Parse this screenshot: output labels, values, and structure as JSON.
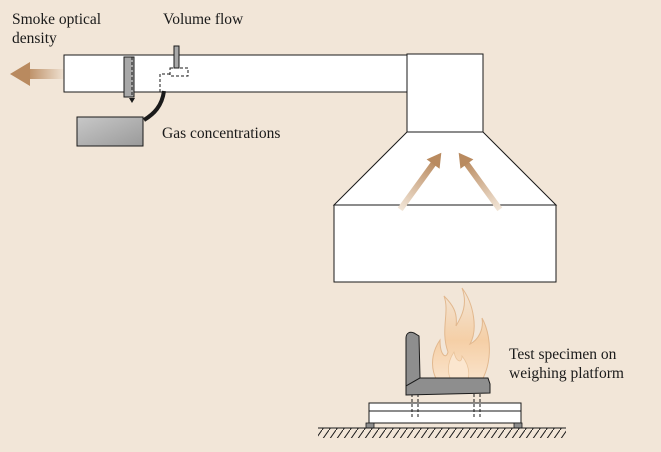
{
  "labels": {
    "smoke_line1": "Smoke optical",
    "smoke_line2": "density",
    "volume_flow": "Volume flow",
    "gas_concentrations": "Gas concentrations",
    "specimen_line1": "Test specimen on",
    "specimen_line2": "weighing platform"
  },
  "colors": {
    "background": "#f2e6d8",
    "structure_fill": "#ffffff",
    "outline": "#1a1a1a",
    "arrow": "#c49a72",
    "analyzer_box": "#b4b4b4",
    "chair": "#8e8e8e",
    "flame": "#f5d0a8"
  },
  "icons": {
    "flow_arrow": "arrow-icon",
    "fire": "flame-icon",
    "specimen": "chair-icon"
  }
}
